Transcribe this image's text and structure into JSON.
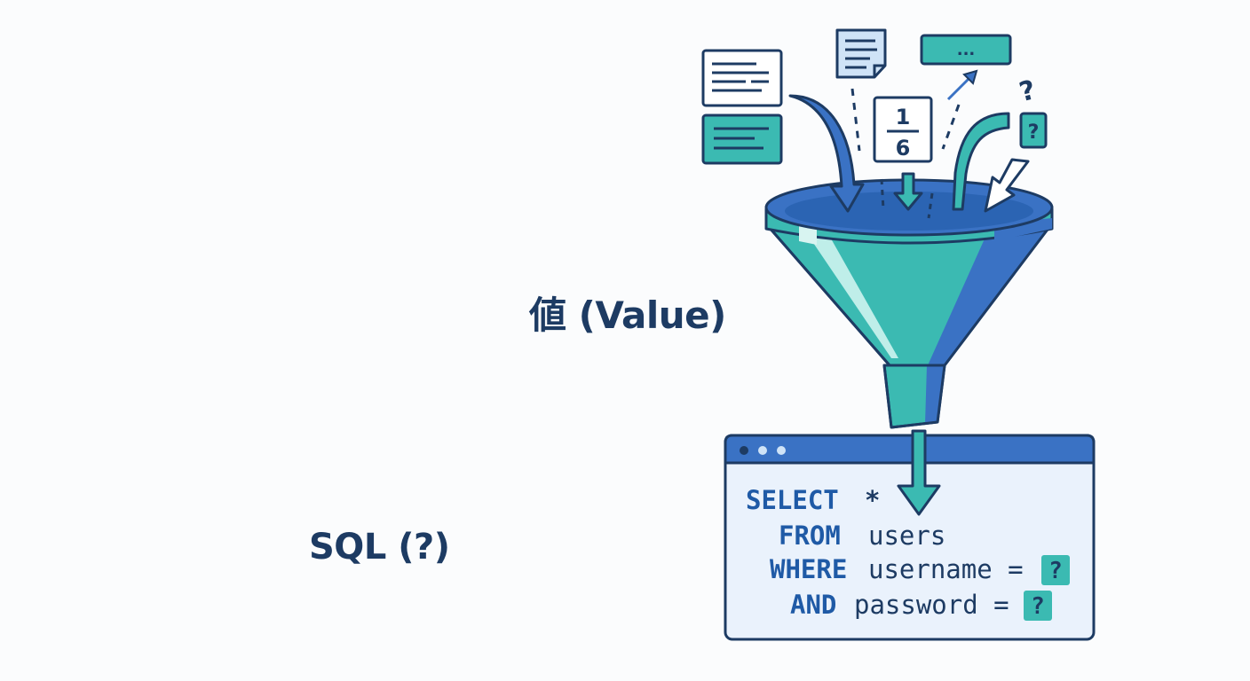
{
  "labels": {
    "value": "値 (Value)",
    "sql": "SQL (?)"
  },
  "fraction": {
    "numerator": "1",
    "denominator": "6"
  },
  "ellipsis_card": "...",
  "question_card": "?",
  "squiggle": "?",
  "sql_window": {
    "line1": {
      "keyword": "SELECT",
      "rest": "*"
    },
    "line2": {
      "keyword": "FROM",
      "rest": "users"
    },
    "line3": {
      "keyword": "WHERE",
      "rest": "username =",
      "placeholder": "?"
    },
    "line4": {
      "keyword": "AND",
      "rest": "password =",
      "placeholder": "?"
    }
  },
  "colors": {
    "navy": "#1d3b63",
    "blue": "#3a72c4",
    "teal": "#3bbab2",
    "light_blue": "#cfe3f7",
    "window_bg": "#eaf2fc"
  }
}
